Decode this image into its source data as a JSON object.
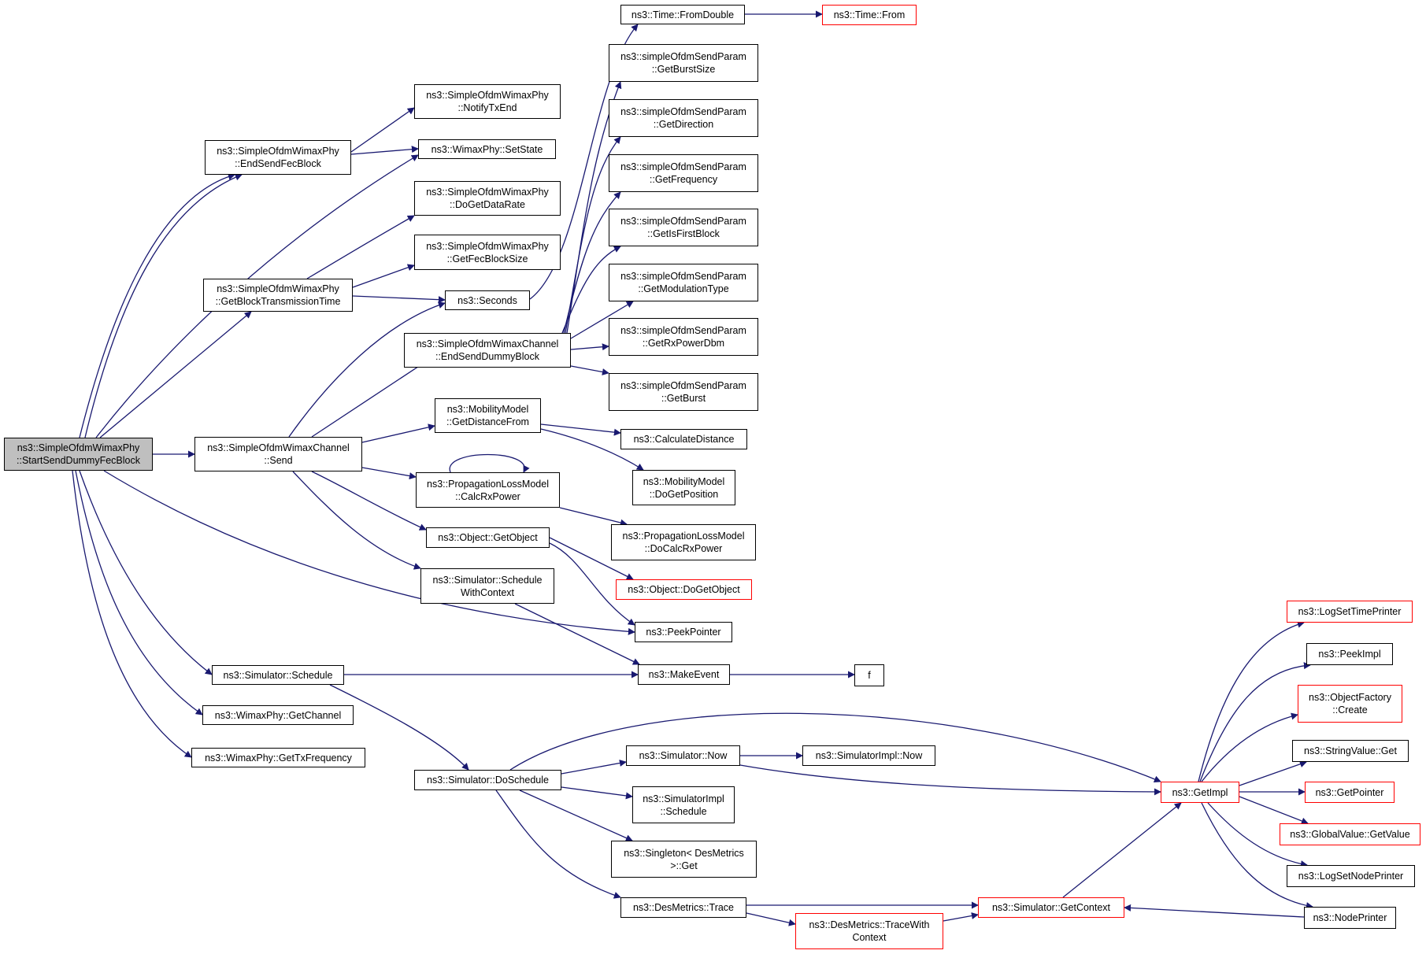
{
  "colors": {
    "edge": "#191970",
    "node_border": "#000000",
    "truncated_border": "#ff0000",
    "root_fill": "#bfbfbf"
  },
  "nodes": {
    "root": [
      "ns3::SimpleOfdmWimaxPhy",
      "::StartSendDummyFecBlock"
    ],
    "end_send_fec_block": [
      "ns3::SimpleOfdmWimaxPhy",
      "::EndSendFecBlock"
    ],
    "notify_tx_end": [
      "ns3::SimpleOfdmWimaxPhy",
      "::NotifyTxEnd"
    ],
    "set_state": [
      "ns3::WimaxPhy::SetState"
    ],
    "do_get_data_rate": [
      "ns3::SimpleOfdmWimaxPhy",
      "::DoGetDataRate"
    ],
    "get_fec_block_size": [
      "ns3::SimpleOfdmWimaxPhy",
      "::GetFecBlockSize"
    ],
    "get_block_tx_time": [
      "ns3::SimpleOfdmWimaxPhy",
      "::GetBlockTransmissionTime"
    ],
    "seconds": [
      "ns3::Seconds"
    ],
    "end_send_dummy_block": [
      "ns3::SimpleOfdmWimaxChannel",
      "::EndSendDummyBlock"
    ],
    "time_from_double": [
      "ns3::Time::FromDouble"
    ],
    "time_from": [
      "ns3::Time::From"
    ],
    "get_burst_size": [
      "ns3::simpleOfdmSendParam",
      "::GetBurstSize"
    ],
    "get_direction": [
      "ns3::simpleOfdmSendParam",
      "::GetDirection"
    ],
    "get_frequency": [
      "ns3::simpleOfdmSendParam",
      "::GetFrequency"
    ],
    "get_is_first_block": [
      "ns3::simpleOfdmSendParam",
      "::GetIsFirstBlock"
    ],
    "get_modulation_type": [
      "ns3::simpleOfdmSendParam",
      "::GetModulationType"
    ],
    "get_rx_power_dbm": [
      "ns3::simpleOfdmSendParam",
      "::GetRxPowerDbm"
    ],
    "get_burst": [
      "ns3::simpleOfdmSendParam",
      "::GetBurst"
    ],
    "channel_send": [
      "ns3::SimpleOfdmWimaxChannel",
      "::Send"
    ],
    "get_distance_from": [
      "ns3::MobilityModel",
      "::GetDistanceFrom"
    ],
    "calculate_distance": [
      "ns3::CalculateDistance"
    ],
    "do_get_position": [
      "ns3::MobilityModel",
      "::DoGetPosition"
    ],
    "calc_rx_power": [
      "ns3::PropagationLossModel",
      "::CalcRxPower"
    ],
    "do_calc_rx_power": [
      "ns3::PropagationLossModel",
      "::DoCalcRxPower"
    ],
    "get_object": [
      "ns3::Object::GetObject"
    ],
    "do_get_object": [
      "ns3::Object::DoGetObject"
    ],
    "schedule_with_context": [
      "ns3::Simulator::Schedule",
      "WithContext"
    ],
    "peek_pointer": [
      "ns3::PeekPointer"
    ],
    "simulator_schedule": [
      "ns3::Simulator::Schedule"
    ],
    "make_event": [
      "ns3::MakeEvent"
    ],
    "f": [
      "f"
    ],
    "get_channel": [
      "ns3::WimaxPhy::GetChannel"
    ],
    "get_tx_frequency": [
      "ns3::WimaxPhy::GetTxFrequency"
    ],
    "do_schedule": [
      "ns3::Simulator::DoSchedule"
    ],
    "simulator_now": [
      "ns3::Simulator::Now"
    ],
    "simulator_impl_now": [
      "ns3::SimulatorImpl::Now"
    ],
    "simulator_impl_schedule": [
      "ns3::SimulatorImpl",
      "::Schedule"
    ],
    "singleton_get": [
      "ns3::Singleton< DesMetrics",
      ">::Get"
    ],
    "des_metrics_trace": [
      "ns3::DesMetrics::Trace"
    ],
    "trace_with_context": [
      "ns3::DesMetrics::TraceWith",
      "Context"
    ],
    "get_context": [
      "ns3::Simulator::GetContext"
    ],
    "get_impl": [
      "ns3::GetImpl"
    ],
    "log_set_time_printer": [
      "ns3::LogSetTimePrinter"
    ],
    "peek_impl": [
      "ns3::PeekImpl"
    ],
    "object_factory_create": [
      "ns3::ObjectFactory",
      "::Create"
    ],
    "string_value_get": [
      "ns3::StringValue::Get"
    ],
    "get_pointer": [
      "ns3::GetPointer"
    ],
    "global_value_get_value": [
      "ns3::GlobalValue::GetValue"
    ],
    "log_set_node_printer": [
      "ns3::LogSetNodePrinter"
    ],
    "node_printer": [
      "ns3::NodePrinter"
    ]
  }
}
